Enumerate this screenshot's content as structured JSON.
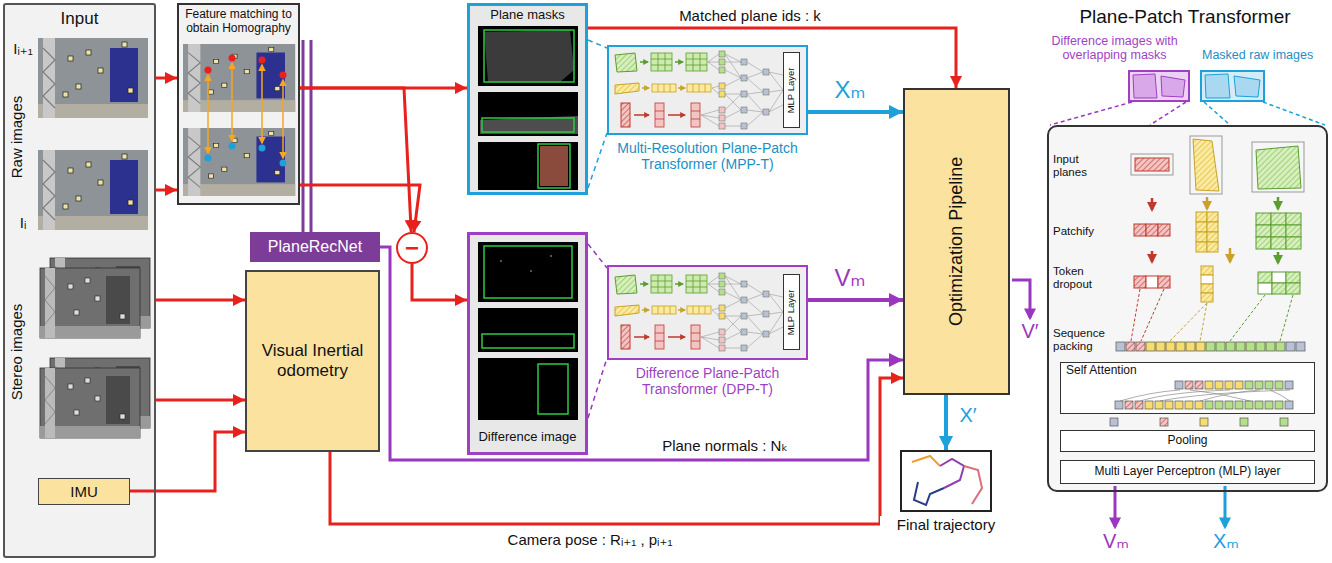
{
  "diagram": {
    "nodes": [
      {
        "text": [
          "Input"
        ]
      },
      {
        "text": [
          "IMU"
        ],
        "in": 0
      },
      {
        "text": [
          "Feature matching to obtain Homography"
        ]
      },
      {
        "text": [
          "PlaneRecNet"
        ]
      },
      {
        "text": [
          "Visual Inertial odometry"
        ]
      },
      {
        "text": [
          "−"
        ]
      },
      {
        "text": [
          "Plane masks"
        ]
      },
      {
        "text": [
          "Difference image"
        ]
      },
      {
        "text": [
          "Multi-Resolution Plane-Patch Transformer (MPP-T)"
        ]
      },
      {
        "text": [
          "MLP Layer"
        ],
        "in": 8
      },
      {
        "text": [
          "Difference Plane-Patch Transformer (DPP-T)"
        ]
      },
      {
        "text": [
          "MLP Layer"
        ],
        "in": 10
      },
      {
        "text": [
          "Optimization Pipeline"
        ]
      },
      {
        "text": [
          "Final trajectory"
        ]
      },
      {
        "text": [
          "Difference images with overlapping masks"
        ]
      },
      {
        "text": [
          "Masked raw images"
        ]
      },
      {
        "text": [
          "Input planes",
          "Patchify",
          "Token dropout",
          "Sequence packing"
        ]
      },
      {
        "text": [
          "Self Attention"
        ],
        "in": 16
      },
      {
        "text": [
          "Pooling"
        ],
        "in": 16
      },
      {
        "text": [
          "Multi Layer Perceptron (MLP) layer"
        ],
        "in": 16
      }
    ],
    "edges": [
      {
        "from": 0,
        "to": 2,
        "arrow": "to"
      },
      {
        "from": 0,
        "to": 2,
        "arrow": "to"
      },
      {
        "from": 0,
        "to": 4,
        "arrow": "to"
      },
      {
        "from": 0,
        "to": 4,
        "arrow": "to"
      },
      {
        "from": 1,
        "to": 4,
        "arrow": "to"
      },
      {
        "from": 2,
        "to": 6,
        "arrow": "to"
      },
      {
        "from": 2,
        "to": 5,
        "arrow": "to"
      },
      {
        "from": 2,
        "to": 5,
        "arrow": "to"
      },
      {
        "from": 5,
        "to": 7,
        "arrow": "to"
      },
      {
        "from": 6,
        "to": 8,
        "arrow": "none"
      },
      {
        "from": 6,
        "to": 8,
        "arrow": "none"
      },
      {
        "from": 7,
        "to": 10,
        "arrow": "none"
      },
      {
        "from": 7,
        "to": 10,
        "arrow": "none"
      },
      {
        "from": 6,
        "to": 12,
        "label": "Matched plane ids : k",
        "arrow": "to"
      },
      {
        "from": 8,
        "to": 12,
        "label": "Xₘ",
        "arrow": "to"
      },
      {
        "from": 10,
        "to": 12,
        "label": "Vₘ",
        "arrow": "to"
      },
      {
        "from": 3,
        "to": 12,
        "label": "Plane normals : Nₖ",
        "arrow": "to"
      },
      {
        "from": 4,
        "to": 12,
        "label": "Camera pose : Rᵢ₊₁ , pᵢ₊₁",
        "arrow": "to"
      },
      {
        "from": 12,
        "to": 13,
        "label": "X′",
        "arrow": "to"
      },
      {
        "from": 14,
        "to": 16,
        "arrow": "none"
      },
      {
        "from": 14,
        "to": 16,
        "arrow": "none"
      },
      {
        "from": 15,
        "to": 16,
        "arrow": "none"
      },
      {
        "from": 15,
        "to": 16,
        "arrow": "none"
      }
    ],
    "labels": [
      "Iᵢ₊₁",
      "Iᵢ",
      "Raw images",
      "Stereo images",
      "V′",
      "Plane-Patch Transformer",
      "Vₘ",
      "Xₘ"
    ]
  }
}
